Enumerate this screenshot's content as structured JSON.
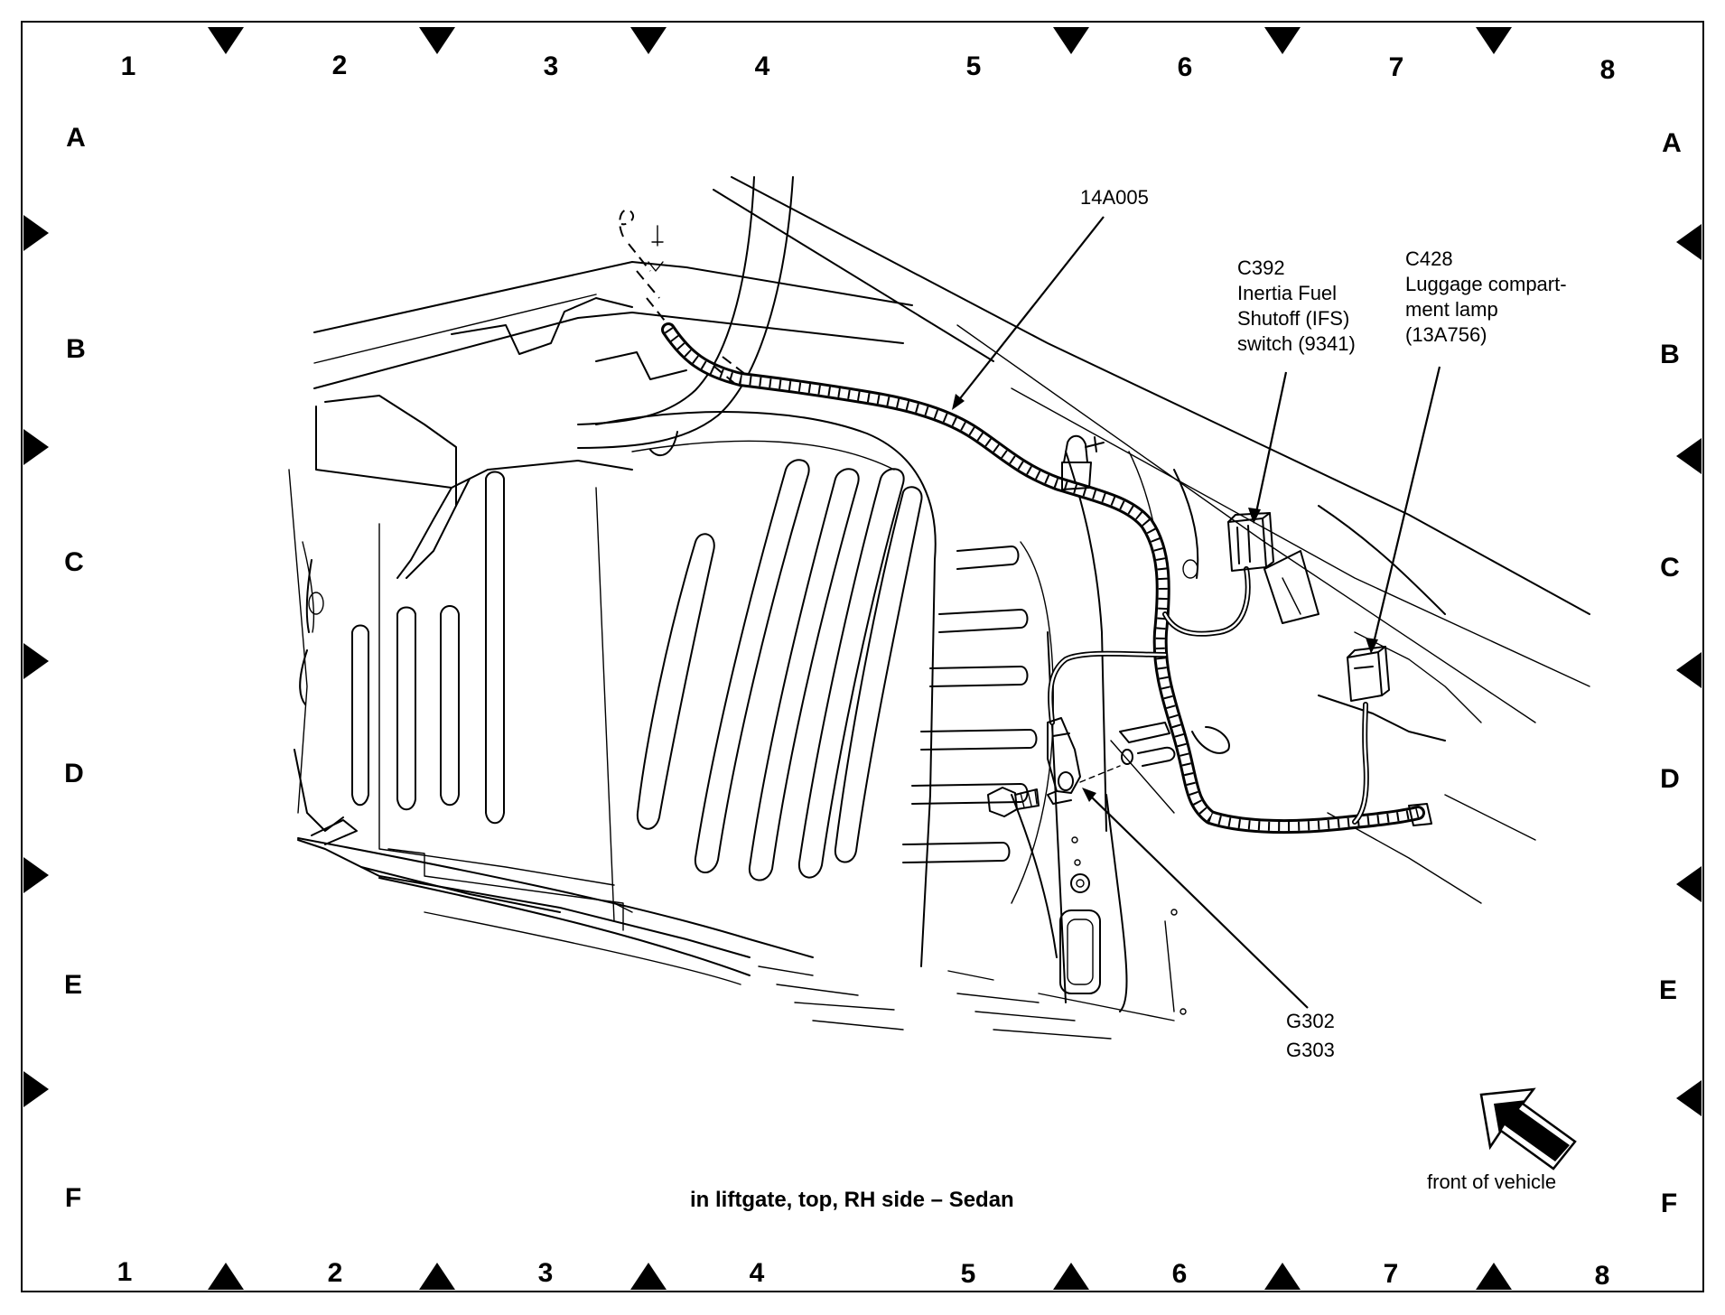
{
  "grid": {
    "columns": [
      "1",
      "2",
      "3",
      "4",
      "5",
      "6",
      "7",
      "8"
    ],
    "rows": [
      "A",
      "B",
      "C",
      "D",
      "E",
      "F"
    ]
  },
  "callouts": {
    "harness": {
      "label": "14A005"
    },
    "ifs_switch": {
      "lines": [
        "C392",
        "Inertia Fuel",
        "Shutoff (IFS)",
        "switch (9341)"
      ]
    },
    "luggage_lamp": {
      "lines": [
        "C428",
        "Luggage compart-",
        "ment lamp",
        "(13A756)"
      ]
    },
    "grounds": {
      "lines": [
        "G302",
        "G303"
      ]
    }
  },
  "caption": "in liftgate, top, RH side – Sedan",
  "orientation": {
    "label": "front of vehicle",
    "icon": "direction-arrow-icon"
  }
}
